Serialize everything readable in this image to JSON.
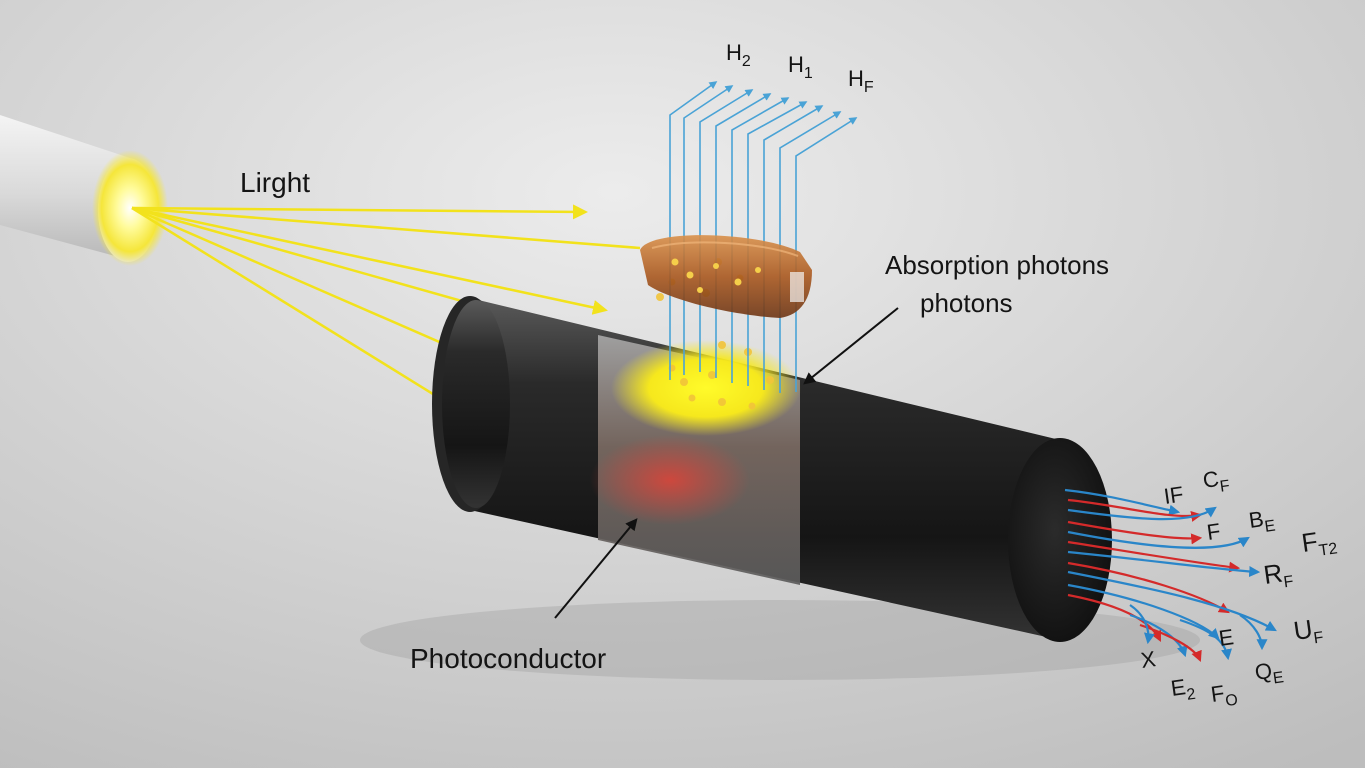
{
  "labels": {
    "light": "Lirght",
    "absorption_line1": "Absorption photons",
    "absorption_line2": "photons",
    "photoconductor": "Photoconductor"
  },
  "field_labels_top": [
    {
      "main": "H",
      "sub": "2"
    },
    {
      "main": "H",
      "sub": "1"
    },
    {
      "main": "H",
      "sub": "F"
    }
  ],
  "output_labels": [
    {
      "main": "IF",
      "sub": ""
    },
    {
      "main": "C",
      "sub": "F"
    },
    {
      "main": "F",
      "sub": ""
    },
    {
      "main": "B",
      "sub": "E"
    },
    {
      "main": "F",
      "sub": "T2"
    },
    {
      "main": "R",
      "sub": "F"
    },
    {
      "main": "U",
      "sub": "F"
    },
    {
      "main": "E",
      "sub": ""
    },
    {
      "main": "X",
      "sub": ""
    },
    {
      "main": "Q",
      "sub": "E"
    },
    {
      "main": "E",
      "sub": "2"
    },
    {
      "main": "F",
      "sub": "O"
    }
  ],
  "colors": {
    "background": "#d4d4d4",
    "light_beam": "#f2e21c",
    "cylinder": "#1c1c1c",
    "absorber": "#b5662a",
    "field_lines": "#4aa3d6",
    "output_blue": "#2a86c9",
    "output_red": "#d42a2a",
    "glow": "#fff21a"
  }
}
